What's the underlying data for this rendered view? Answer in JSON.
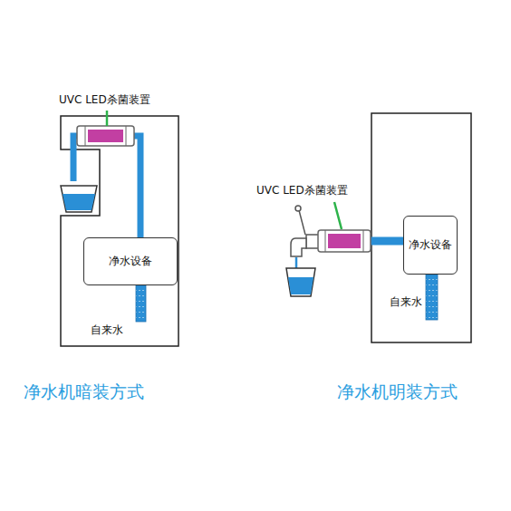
{
  "diagram": {
    "nodes": [
      {
        "text": [
          "净水设备"
        ]
      },
      {
        "text": [
          "净水设备"
        ]
      }
    ],
    "labels": [
      "UVC LED杀菌装置",
      "自来水",
      "净水机暗装方式",
      "UVC LED杀菌装置",
      "自来水",
      "净水机明装方式"
    ]
  }
}
